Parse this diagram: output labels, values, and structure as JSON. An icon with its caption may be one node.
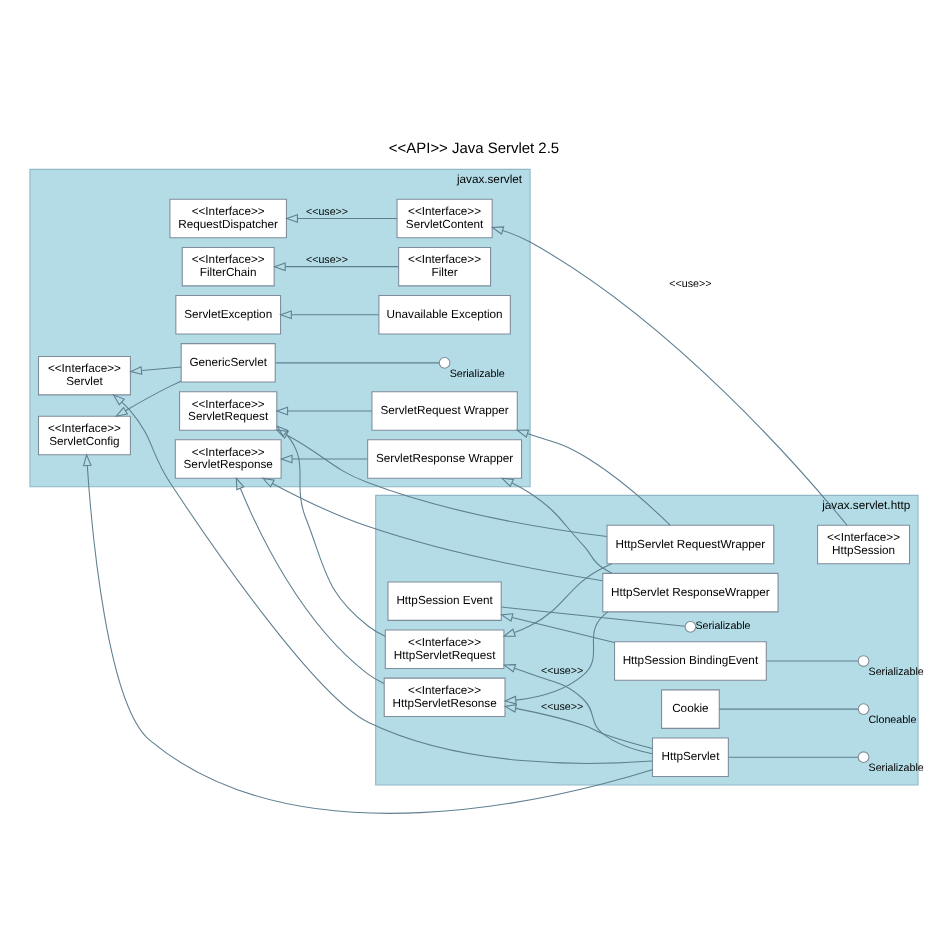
{
  "diagram": {
    "title": "<<API>> Java Servlet 2.5",
    "nodes": [
      {
        "text": [
          "javax.servlet"
        ]
      },
      {
        "text": [
          "<<Interface>>",
          "ServletContent"
        ],
        "in": 0
      },
      {
        "text": [
          "<<Interface>>",
          "RequestDispatcher"
        ],
        "in": 0
      },
      {
        "text": [
          "<<Interface>>",
          "Filter"
        ],
        "in": 0
      },
      {
        "text": [
          "<<Interface>>",
          "FilterChain"
        ],
        "in": 0
      },
      {
        "text": [
          "<<Interface>>",
          "Servlet"
        ],
        "in": 0
      },
      {
        "text": [
          "GenericServlet"
        ],
        "in": 0
      },
      {
        "text": [
          "<<Interface>>",
          "ServletConfig"
        ],
        "in": 0
      },
      {
        "text": [
          "<<Interface>>",
          "ServletRequest"
        ],
        "in": 0
      },
      {
        "text": [
          "ServletRequest Wrapper"
        ],
        "in": 0
      },
      {
        "text": [
          "ServletResponse Wrapper"
        ],
        "in": 0
      },
      {
        "text": [
          "<<Interface>>",
          "ServletResponse"
        ],
        "in": 0
      },
      {
        "text": [
          "ServletException"
        ],
        "in": 0
      },
      {
        "text": [
          "Unavailable Exception"
        ],
        "in": 0
      },
      {
        "text": [
          "javax.servlet.http"
        ]
      },
      {
        "text": [
          "<<Interface>>",
          "HttpSession"
        ],
        "in": 14
      },
      {
        "text": [
          "HttpSession Event"
        ],
        "in": 14
      },
      {
        "text": [
          "HttpSession BindingEvent"
        ],
        "in": 14
      },
      {
        "text": [
          "Cookie"
        ],
        "in": 14
      },
      {
        "text": [
          "HttpServlet"
        ],
        "in": 14
      },
      {
        "text": [
          "<<Interface>>",
          "HttpServletRequest"
        ],
        "in": 14
      },
      {
        "text": [
          "HttpServlet RequestWrapper"
        ],
        "in": 14
      },
      {
        "text": [
          "<<Interface>>",
          "HttpServletResonse"
        ],
        "in": 14
      },
      {
        "text": [
          "HttpServlet ResponseWrapper"
        ],
        "in": 14
      },
      {
        "text": [],
        "shape": "circle",
        "beside": [
          "Serializable"
        ],
        "in": 0
      },
      {
        "text": [],
        "shape": "circle",
        "beside": [
          "Serializable"
        ],
        "in": 14
      },
      {
        "text": [],
        "shape": "circle",
        "beside": [
          "Serializable"
        ],
        "in": 14
      },
      {
        "text": [],
        "shape": "circle",
        "beside": [
          "Cloneable"
        ],
        "in": 14
      },
      {
        "text": [],
        "shape": "circle",
        "beside": [
          "Serializable"
        ],
        "in": 14
      }
    ],
    "edges": [
      {
        "from": 15,
        "to": 1,
        "arrow": "to",
        "label": "<<use>>"
      },
      {
        "from": 1,
        "to": 2,
        "arrow": "to",
        "label": "<<use>>"
      },
      {
        "from": 3,
        "to": 4,
        "arrow": "to",
        "label": "<<use>>"
      },
      {
        "from": 6,
        "to": 5,
        "arrow": "to"
      },
      {
        "from": 6,
        "to": 7,
        "arrow": "to"
      },
      {
        "from": 24,
        "to": 6,
        "arrow": "none"
      },
      {
        "from": 19,
        "to": 5,
        "arrow": "to"
      },
      {
        "from": 19,
        "to": 7,
        "arrow": "to"
      },
      {
        "from": 21,
        "to": 8,
        "arrow": "to"
      },
      {
        "from": 20,
        "to": 8,
        "arrow": "to"
      },
      {
        "from": 9,
        "to": 8,
        "arrow": "to"
      },
      {
        "from": 21,
        "to": 9,
        "arrow": "to"
      },
      {
        "from": 23,
        "to": 10,
        "arrow": "to"
      },
      {
        "from": 10,
        "to": 11,
        "arrow": "to"
      },
      {
        "from": 22,
        "to": 11,
        "arrow": "to"
      },
      {
        "from": 23,
        "to": 11,
        "arrow": "to"
      },
      {
        "from": 13,
        "to": 12,
        "arrow": "to"
      },
      {
        "from": 25,
        "to": 16,
        "arrow": "none"
      },
      {
        "from": 26,
        "to": 17,
        "arrow": "none"
      },
      {
        "from": 17,
        "to": 16,
        "arrow": "to"
      },
      {
        "from": 27,
        "to": 18,
        "arrow": "none"
      },
      {
        "from": 28,
        "to": 19,
        "arrow": "none"
      },
      {
        "from": 19,
        "to": 20,
        "arrow": "to",
        "label": "<<use>>"
      },
      {
        "from": 19,
        "to": 22,
        "arrow": "to",
        "label": "<<use>>"
      },
      {
        "from": 21,
        "to": 20,
        "arrow": "to"
      },
      {
        "from": 23,
        "to": 22,
        "arrow": "to"
      }
    ]
  }
}
